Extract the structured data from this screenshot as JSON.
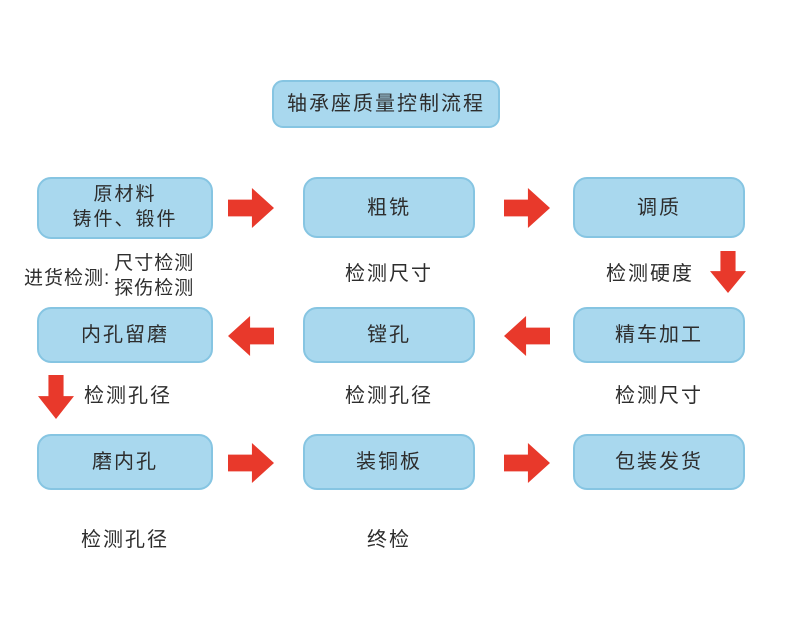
{
  "title": "轴承座质量控制流程",
  "colors": {
    "background": "#ffffff",
    "box_fill": "#a9d8ee",
    "box_border": "#86c5e2",
    "arrow": "#e8392b",
    "text": "#2d2d2d"
  },
  "boxes": {
    "raw_material": {
      "line1": "原材料",
      "line2": "铸件、锻件"
    },
    "rough_milling": "粗铣",
    "quench_temper": "调质",
    "bore_grinding_allowance": "内孔留磨",
    "boring": "镗孔",
    "fine_turning": "精车加工",
    "grind_bore": "磨内孔",
    "fit_copper_plate": "装铜板",
    "packing_shipping": "包装发货"
  },
  "captions": {
    "incoming_inspection_label": "进货检测:",
    "incoming_inspection_line1": "尺寸检测",
    "incoming_inspection_line2": "探伤检测",
    "inspect_size_after_milling": "检测尺寸",
    "inspect_hardness": "检测硬度",
    "inspect_bore_after_allowance": "检测孔径",
    "inspect_bore_after_boring": "检测孔径",
    "inspect_size_after_turning": "检测尺寸",
    "inspect_bore_after_grinding": "检测孔径",
    "final_inspection": "终检"
  }
}
